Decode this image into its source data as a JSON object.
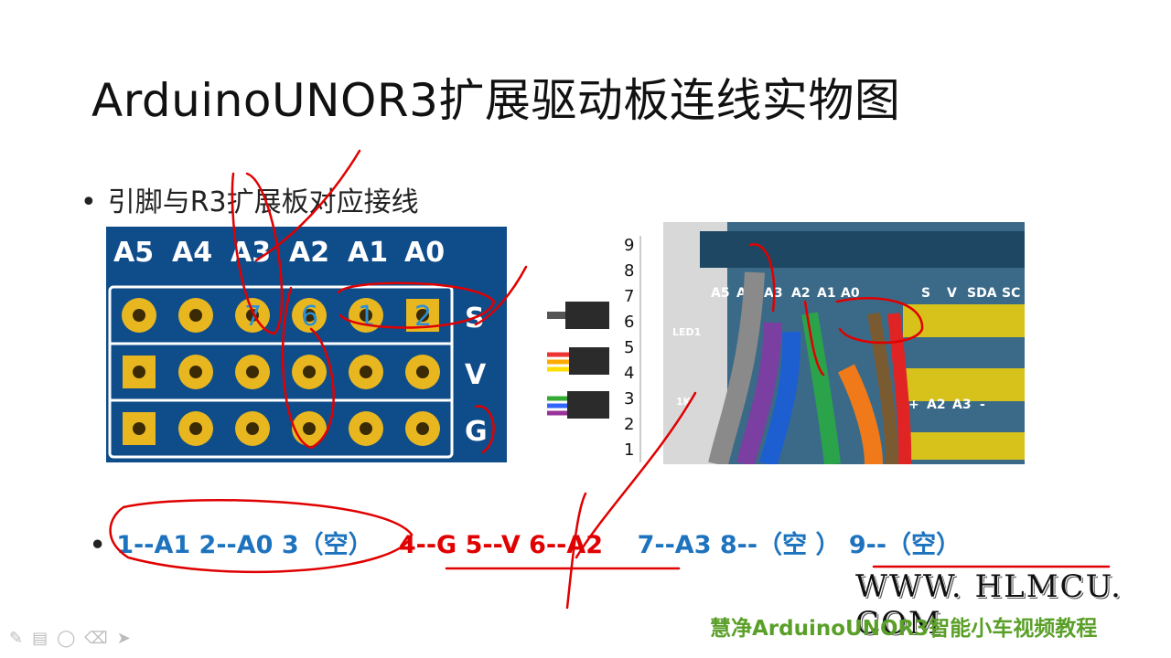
{
  "slide": {
    "title": "ArduinoUNOR3扩展驱动板连线实物图",
    "bullet1": "引脚与R3扩展板对应接线",
    "bullet_dot": "•"
  },
  "board_left": {
    "column_labels": [
      "A5",
      "A4",
      "A3",
      "A2",
      "A1",
      "A0"
    ],
    "row_labels": [
      "S",
      "V",
      "G"
    ],
    "ink_numbers": [
      "7",
      "6",
      "1",
      "2"
    ]
  },
  "pin_axis": {
    "numbers": [
      "9",
      "8",
      "7",
      "6",
      "5",
      "4",
      "3",
      "2",
      "1"
    ]
  },
  "board_right": {
    "labels": [
      "A5",
      "A4",
      "A3",
      "A2",
      "A1",
      "A0",
      "S",
      "V",
      "SDA",
      "SC",
      "LED1",
      "1K",
      "+",
      "A2",
      "A3",
      "-"
    ]
  },
  "mapping": {
    "part1": "1--A1  2--A0  3（空）",
    "part2": "4--G   5--V   6--A2",
    "part3": "7--A3  8--（空 ）  9--（空）"
  },
  "branding": {
    "site": "WWW. HLMCU. COM",
    "course": "慧净ArduinoUNOR3智能小车视频教程"
  },
  "toolbar": {
    "icons": [
      "pen-icon",
      "slides-icon",
      "eraser-icon",
      "highlighter-icon",
      "pointer-icon"
    ],
    "glyphs": [
      "✎",
      "▤",
      "◯",
      "⌫",
      "➤"
    ]
  }
}
